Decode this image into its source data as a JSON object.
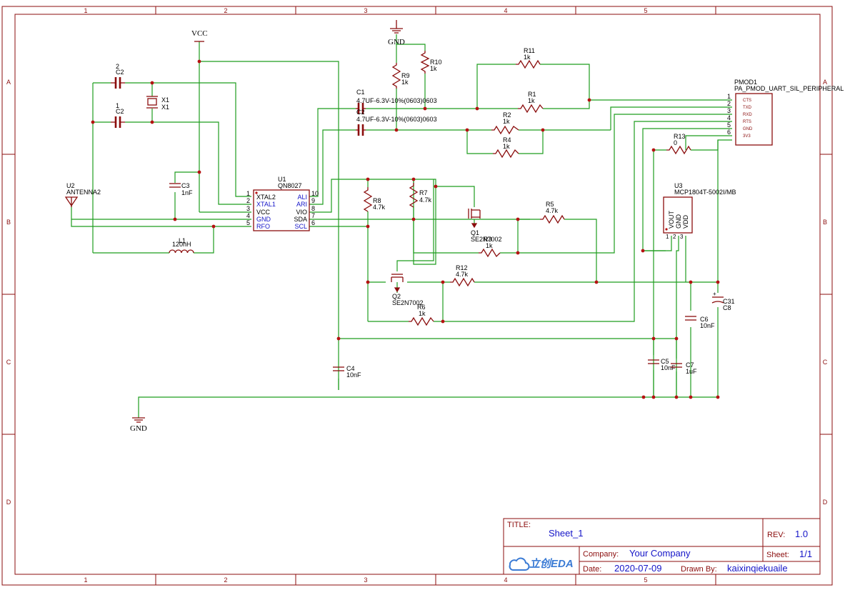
{
  "frame": {
    "columns": [
      "1",
      "2",
      "3",
      "4",
      "5"
    ],
    "rows": [
      "A",
      "B",
      "C",
      "D"
    ]
  },
  "power": {
    "vcc": "VCC",
    "gnd_top": "GND",
    "gnd_bottom": "GND"
  },
  "u1": {
    "ref": "U1",
    "value": "QN8027",
    "pins_left": [
      {
        "num": "1",
        "name": "XTAL2"
      },
      {
        "num": "2",
        "name": "XTAL1"
      },
      {
        "num": "3",
        "name": "VCC"
      },
      {
        "num": "4",
        "name": "GND"
      },
      {
        "num": "5",
        "name": "RFO"
      }
    ],
    "pins_right": [
      {
        "num": "10",
        "name": "ALI"
      },
      {
        "num": "9",
        "name": "ARI"
      },
      {
        "num": "8",
        "name": "VIO"
      },
      {
        "num": "7",
        "name": "SDA"
      },
      {
        "num": "6",
        "name": "SCL"
      }
    ]
  },
  "u2": {
    "ref": "U2",
    "value": "ANTENNA2"
  },
  "u3": {
    "ref": "U3",
    "value": "MCP1804T-5002I/MB",
    "pins": [
      "VOUT",
      "GND",
      "VDD"
    ],
    "pin_nums": [
      "1",
      "2",
      "3"
    ]
  },
  "pmod": {
    "ref": "PMOD1",
    "value": "PA_PMOD_UART_SIL_PERIPHERAL",
    "pins": [
      {
        "num": "1",
        "name": "CTS"
      },
      {
        "num": "2",
        "name": "TXD"
      },
      {
        "num": "3",
        "name": "RXD"
      },
      {
        "num": "4",
        "name": "RTS"
      },
      {
        "num": "5",
        "name": "GND"
      },
      {
        "num": "6",
        "name": "3V3"
      }
    ]
  },
  "x1": {
    "ref": "X1",
    "value": "X1"
  },
  "c2a": {
    "ref": "C2",
    "pin": "2"
  },
  "c2b": {
    "ref": "C2",
    "pin": "1"
  },
  "c3": {
    "ref": "C3",
    "value": "1nF"
  },
  "l1": {
    "ref": "L1",
    "value": "120nH"
  },
  "c1": {
    "ref": "C1",
    "value": "4.7UF-6.3V-10%(0603)0603"
  },
  "c2": {
    "ref": "C2",
    "value": "4.7UF-6.3V-10%(0603)0603"
  },
  "r9": {
    "ref": "R9",
    "value": "1k"
  },
  "r10": {
    "ref": "R10",
    "value": "1k"
  },
  "r11": {
    "ref": "R11",
    "value": "1k"
  },
  "r1": {
    "ref": "R1",
    "value": "1k"
  },
  "r2": {
    "ref": "R2",
    "value": "1k"
  },
  "r4": {
    "ref": "R4",
    "value": "1k"
  },
  "r13": {
    "ref": "R13",
    "value": "0"
  },
  "r8": {
    "ref": "R8",
    "value": "4.7k"
  },
  "r7": {
    "ref": "R7",
    "value": "4.7k"
  },
  "r5": {
    "ref": "R5",
    "value": "4.7k"
  },
  "r12": {
    "ref": "R12",
    "value": "4.7k"
  },
  "r3": {
    "ref": "R3",
    "value": "1k"
  },
  "r6": {
    "ref": "R6",
    "value": "1k"
  },
  "q1": {
    "ref": "Q1",
    "value": "SE2N7002"
  },
  "q2": {
    "ref": "Q2",
    "value": "SE2N7002"
  },
  "c4": {
    "ref": "C4",
    "value": "10nF"
  },
  "c5": {
    "ref": "C5",
    "value": "10nF"
  },
  "c6": {
    "ref": "C6",
    "value": "10nF"
  },
  "c7": {
    "ref": "C7",
    "value": "1uF"
  },
  "c31": {
    "ref": "C31",
    "value": "C8"
  },
  "title_block": {
    "title_label": "TITLE:",
    "title": "Sheet_1",
    "rev_label": "REV:",
    "rev": "1.0",
    "company_label": "Company:",
    "company": "Your Company",
    "sheet_label": "Sheet:",
    "sheet": "1/1",
    "date_label": "Date:",
    "date": "2020-07-09",
    "drawn_label": "Drawn By:",
    "drawn": "kaixinqiekuaile",
    "logo_text": "立创EDA"
  }
}
